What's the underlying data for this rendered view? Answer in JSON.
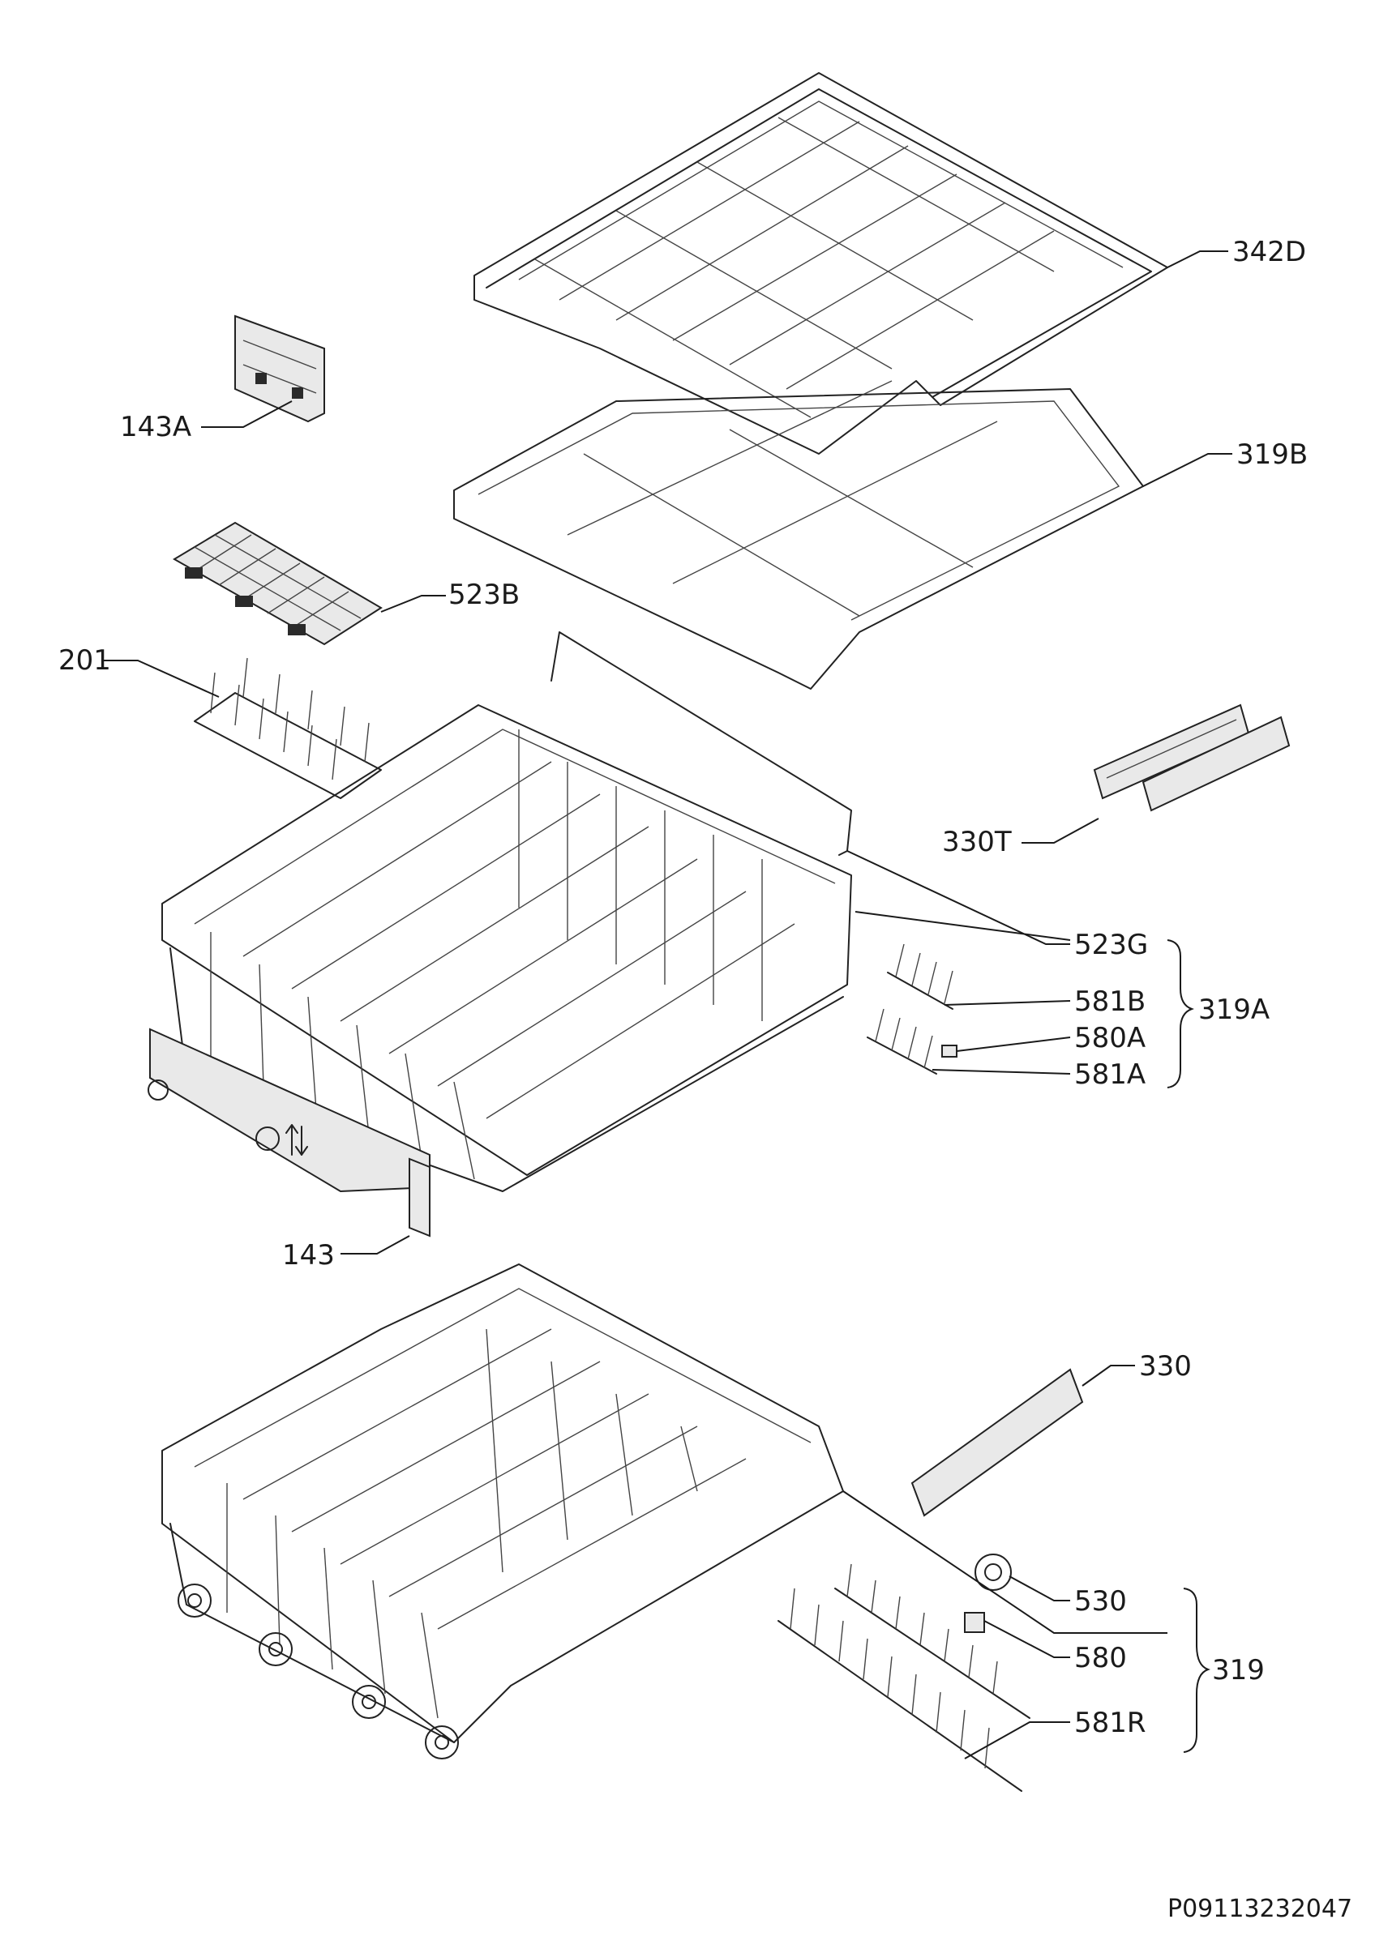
{
  "labels": {
    "l342D": "342D",
    "l143A": "143A",
    "l319B": "319B",
    "l523B": "523B",
    "l201": "201",
    "l330T": "330T",
    "l523G": "523G",
    "l581B": "581B",
    "l580A": "580A",
    "l581A": "581A",
    "l319A": "319A",
    "l143": "143",
    "l330": "330",
    "l530": "530",
    "l580": "580",
    "l581R": "581R",
    "l319": "319"
  },
  "drawing_code": "P09113232047"
}
